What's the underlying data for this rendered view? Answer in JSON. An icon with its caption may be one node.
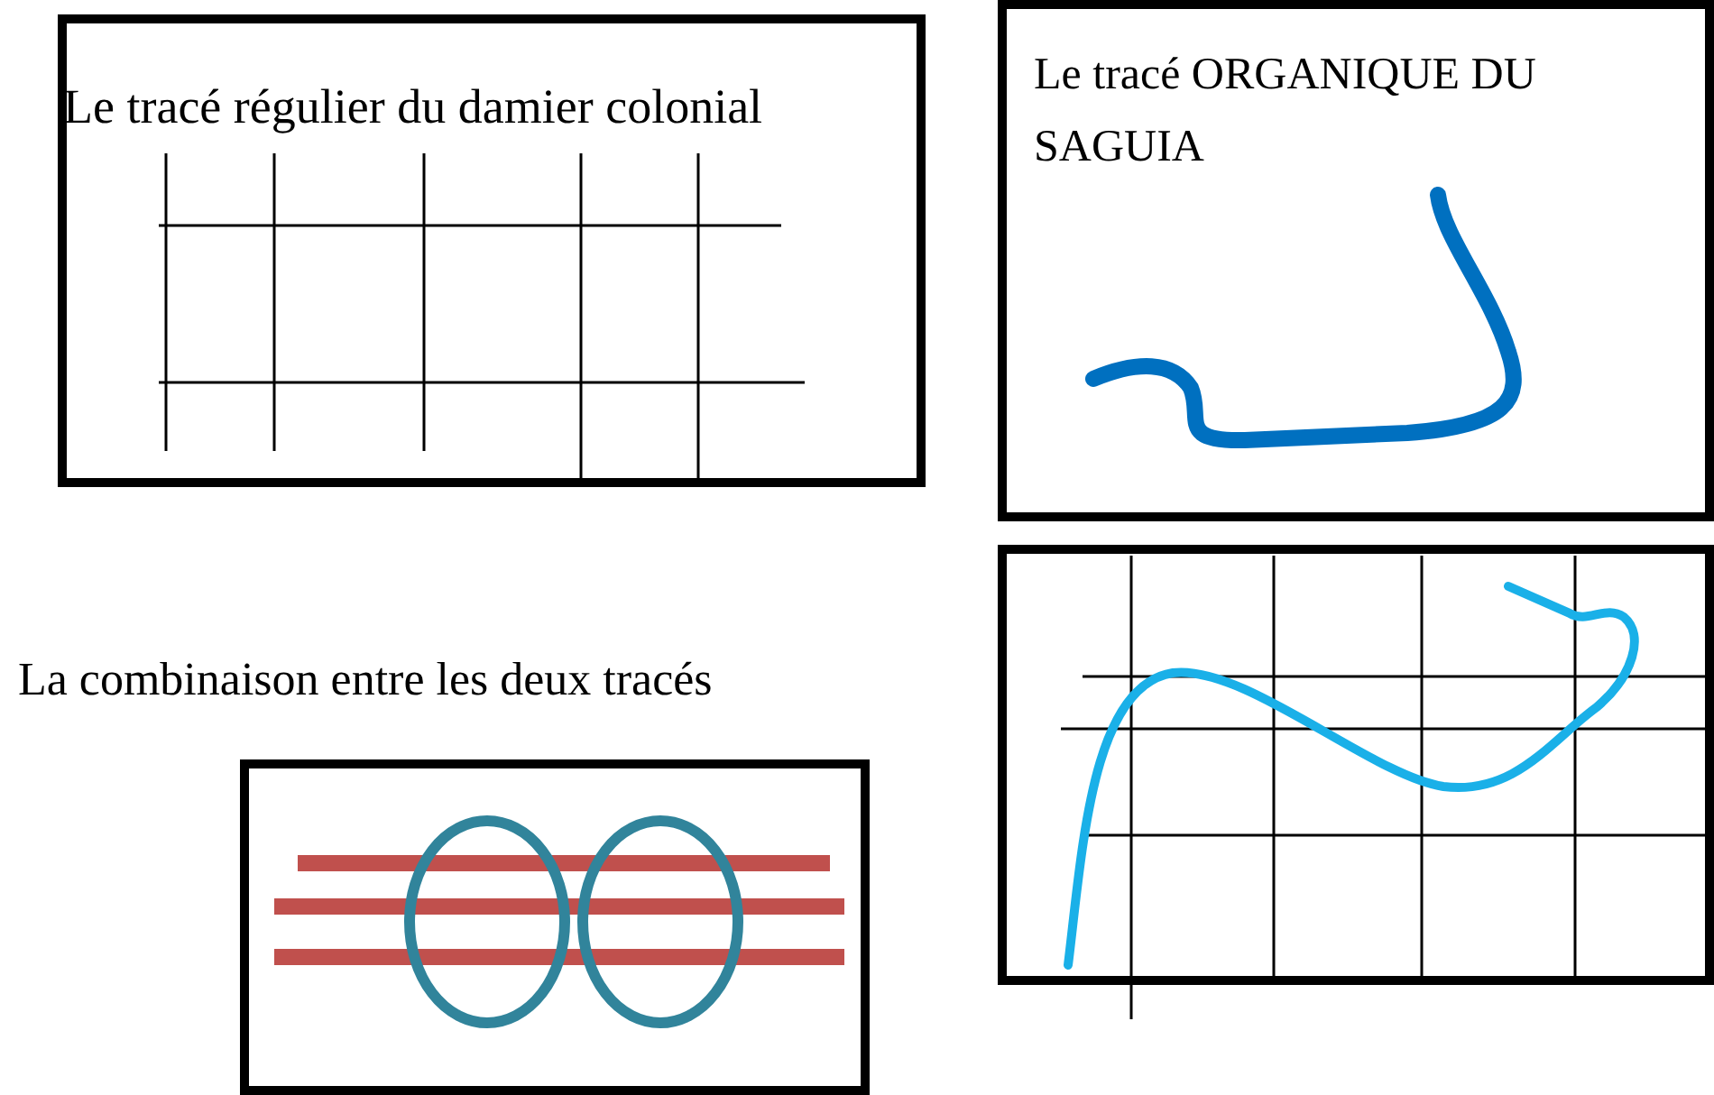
{
  "diagram": {
    "nodes": [
      {
        "text": [
          "Le tracé régulier du damier colonial"
        ]
      },
      {
        "text": [
          "Le tracé ORGANIQUE DU SAGUIA"
        ]
      },
      {
        "text": [],
        "shape": "box"
      },
      {
        "text": [],
        "shape": "box"
      }
    ],
    "labels": [
      "La combinaison entre les deux tracés"
    ]
  }
}
